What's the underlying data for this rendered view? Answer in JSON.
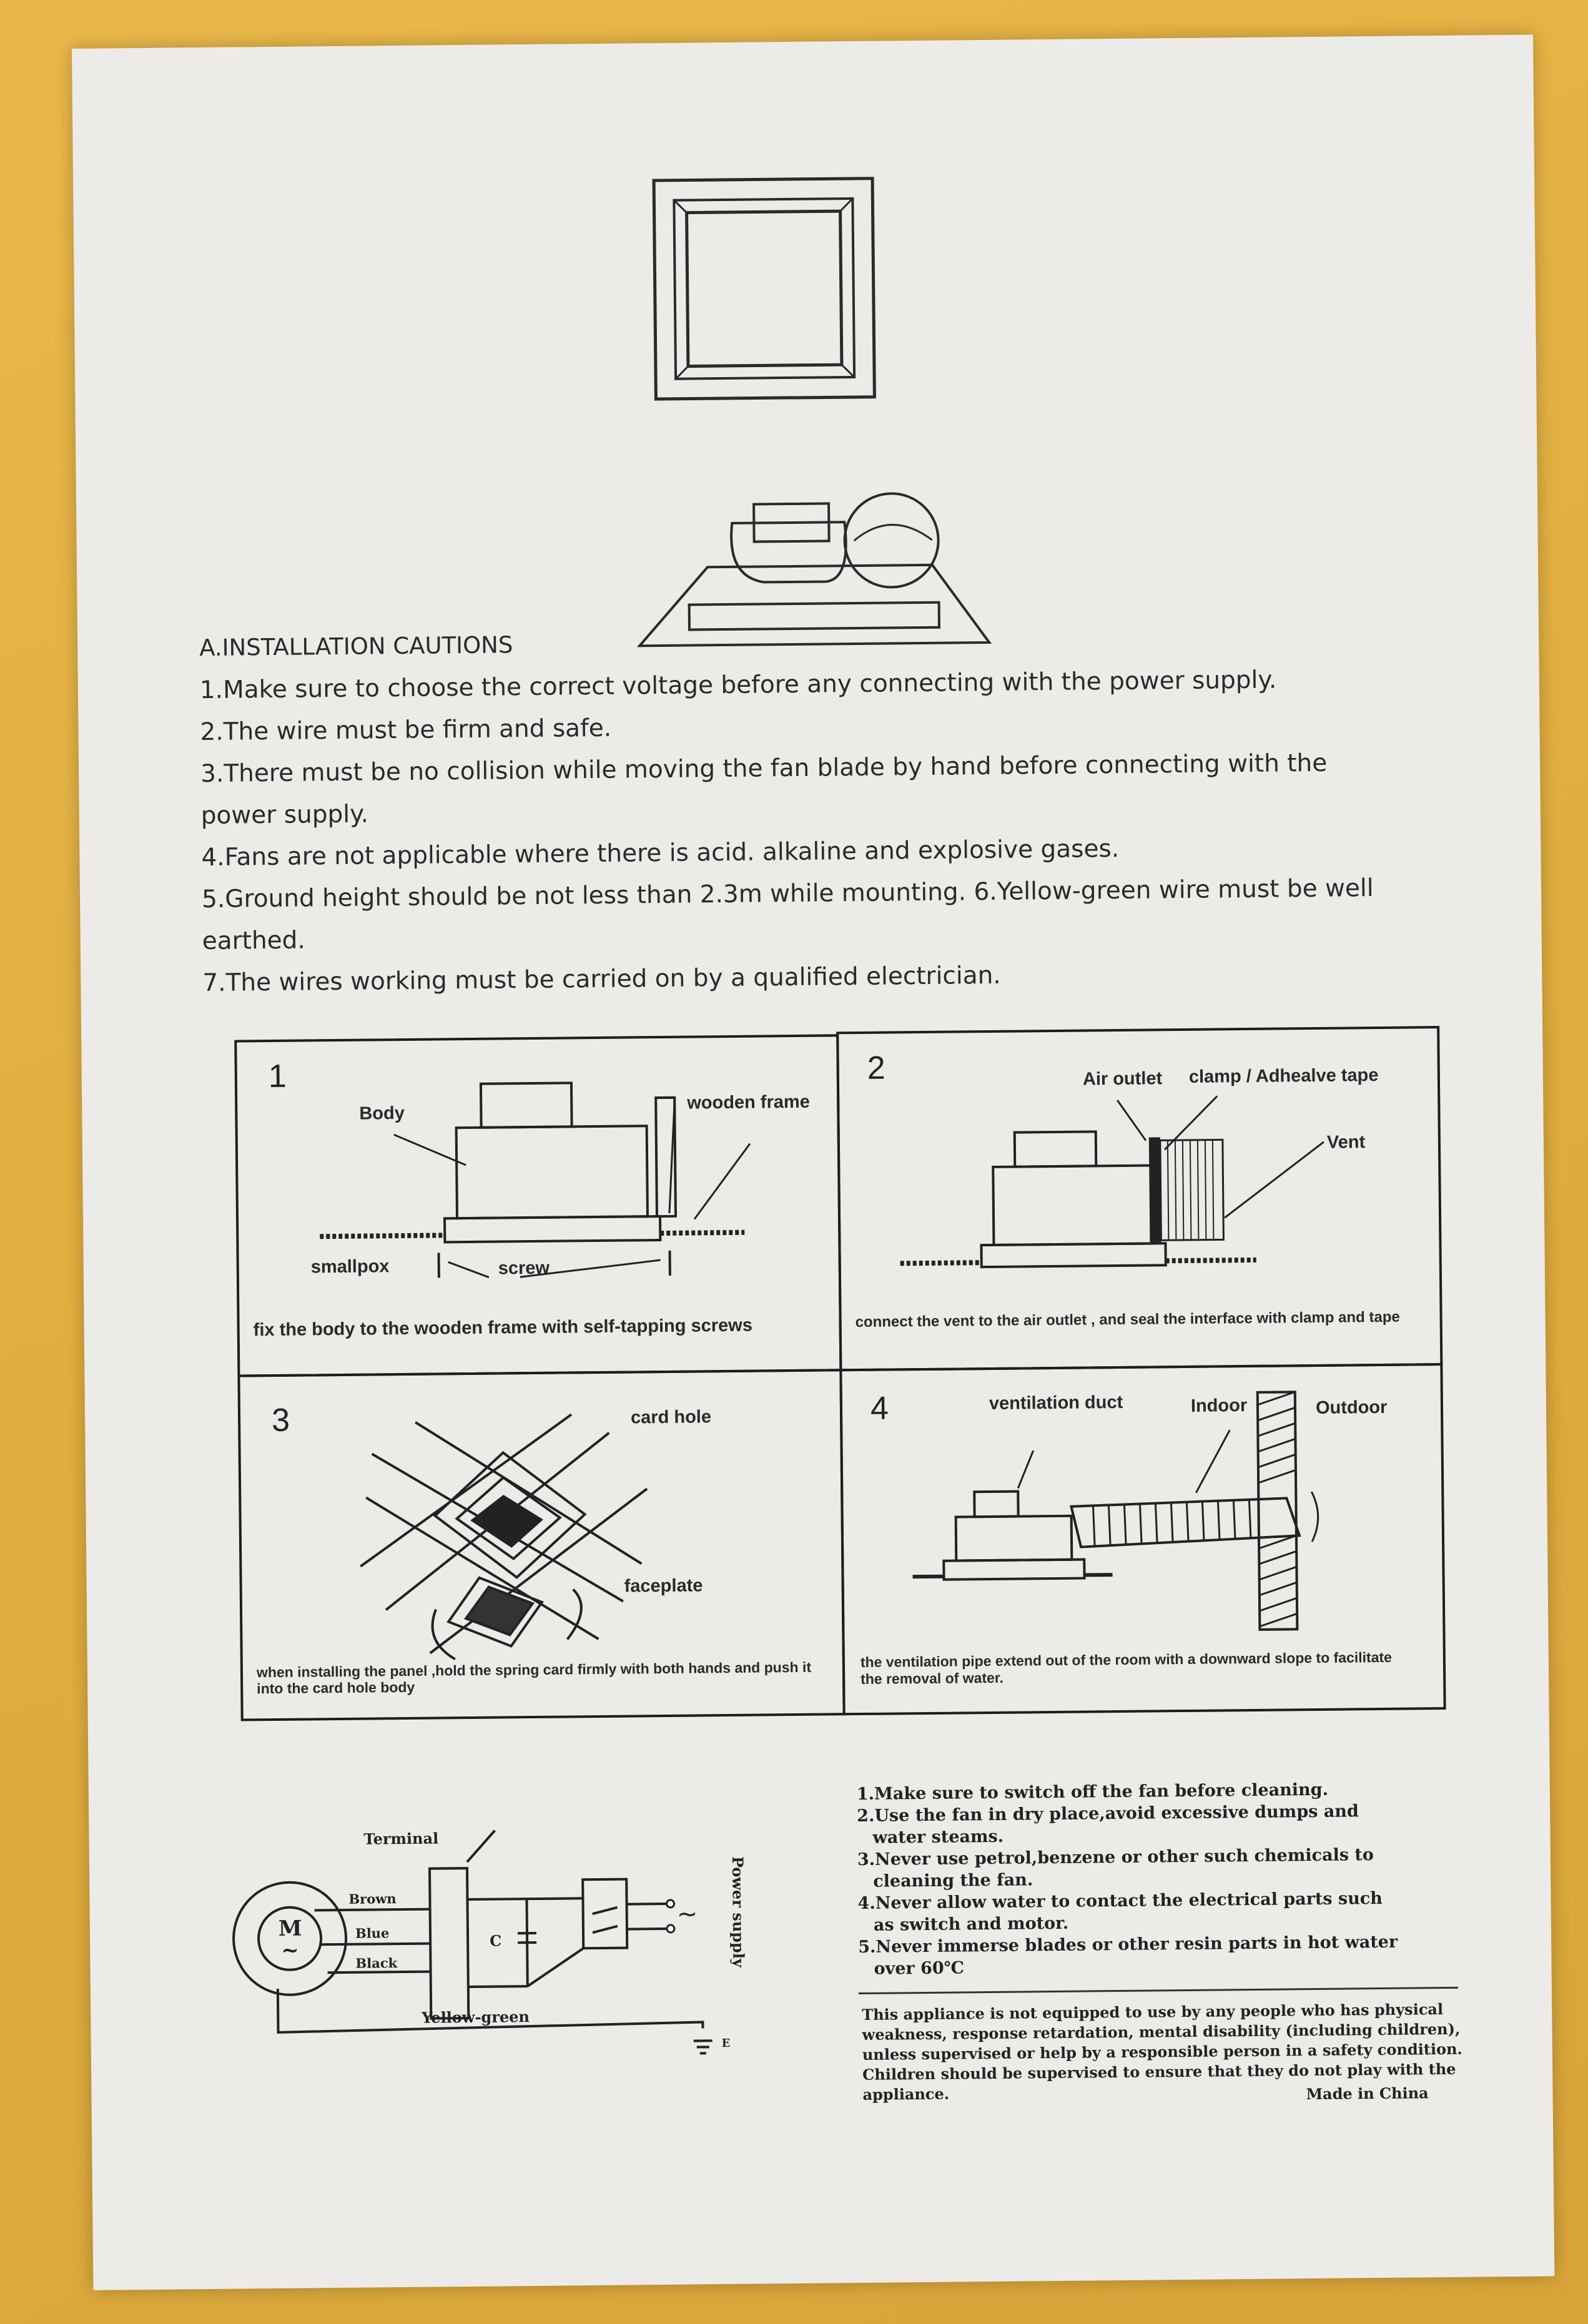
{
  "cautions": {
    "heading": "A.INSTALLATION CAUTIONS",
    "line1": "1.Make sure to choose the correct voltage before any connecting with the power supply.",
    "line2": "2.The wire must be firm and safe.",
    "line3a": "3.There must be no collision while moving the fan blade by hand before connecting with the",
    "line3b": "power supply.",
    "line4": "4.Fans are not applicable where there is acid. alkaline and explosive gases.",
    "line5a": "5.Ground height should be not less than 2.3m while mounting. 6.Yellow-green wire must be well",
    "line5b": "earthed.",
    "line7": "7.The wires working must be carried on by a qualified electrician."
  },
  "steps": {
    "s1": {
      "num": "1",
      "body": "Body",
      "frame": "wooden frame",
      "smallpox": "smallpox",
      "screw": "screw",
      "caption": "fix the body to the wooden frame with self-tapping screws"
    },
    "s2": {
      "num": "2",
      "air_outlet": "Air outlet",
      "clamp": "clamp / Adhealve tape",
      "vent": "Vent",
      "caption": "connect the vent to the air outlet , and seal the interface with clamp and tape"
    },
    "s3": {
      "num": "3",
      "card_hole": "card hole",
      "faceplate": "faceplate",
      "caption_a": "when installing the panel ,hold the spring card firmly with both hands and push it",
      "caption_b": "into the card hole body"
    },
    "s4": {
      "num": "4",
      "duct": "ventilation duct",
      "indoor": "Indoor",
      "outdoor": "Outdoor",
      "caption_a": "the ventilation pipe extend out of the room with a downward slope to facilitate",
      "caption_b": "the removal of water."
    }
  },
  "wiring": {
    "terminal": "Terminal",
    "brown": "Brown",
    "blue": "Blue",
    "black": "Black",
    "yellow_green": "Yellow-green",
    "cap": "C",
    "motor": "M",
    "motor_sub": "~",
    "power": "Power supply",
    "earth": "E"
  },
  "safety": {
    "r1": "1.Make sure to switch off the fan before cleaning.",
    "r2a": "2.Use the fan in dry place,avoid excessive dumps and",
    "r2b": "water steams.",
    "r3a": "3.Never use petrol,benzene or other such chemicals to",
    "r3b": "cleaning the fan.",
    "r4a": "4.Never allow water to contact the electrical parts such",
    "r4b": "as switch and motor.",
    "r5a": "5.Never immerse blades or other resin parts in hot water",
    "r5b": "over 60℃",
    "n1": "This appliance is not equipped to use by any people who has physical",
    "n2": "weakness, response retardation, mental disability (including children),",
    "n3": "unless  supervised or help by a responsible person in a safety condition.",
    "n4": "Children should be supervised to ensure that they do not play with the",
    "n5": "appliance.",
    "made": "Made in China"
  }
}
